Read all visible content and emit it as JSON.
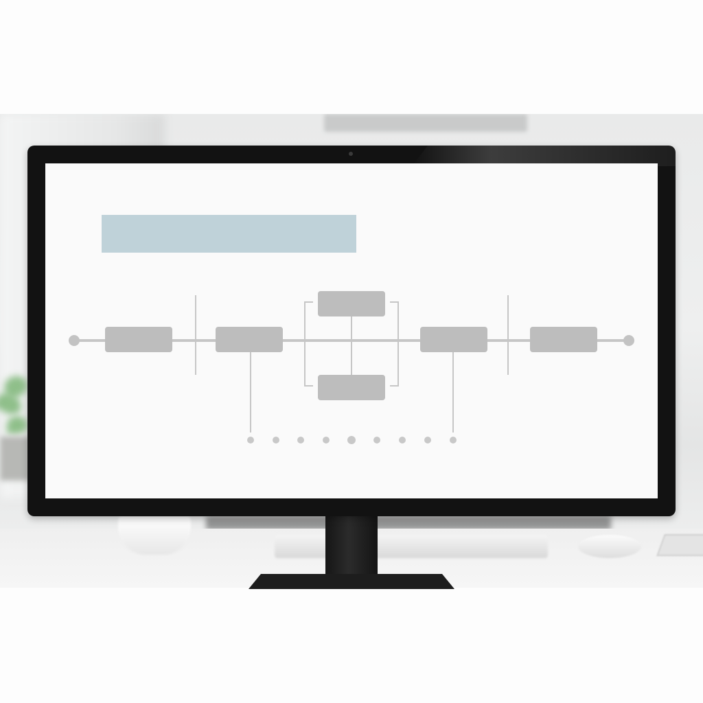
{
  "scene": {
    "description_free": true,
    "colors": {
      "screen_background": "#fafafa",
      "title_bar": "#bfd2d9",
      "diagram_node": "#bdbdbd",
      "diagram_line": "#c6c6c6",
      "diagram_dot": "#c8c8c8",
      "monitor_bezel": "#121212",
      "desk": "#f2f2f2"
    }
  },
  "screen": {
    "title_placeholder": "",
    "diagram": {
      "icon": "flow-diagram",
      "main_nodes": 4,
      "branch_nodes": 2,
      "dots": 9
    }
  }
}
